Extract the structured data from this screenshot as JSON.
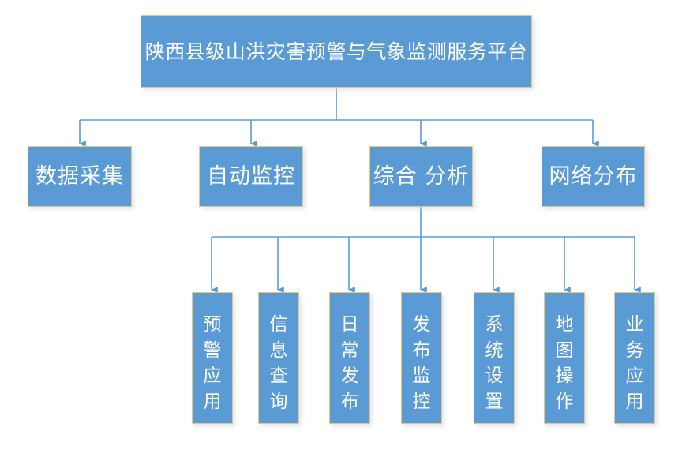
{
  "diagram": {
    "type": "org-chart",
    "title": "陕西县级山洪灾害预警与气象监测服务平台",
    "background_color": "#ffffff",
    "node_fill_color": "#5b9bd5",
    "node_border_color": "#e8c87c",
    "node_text_color": "#ffffff",
    "connector_color": "#5b9bd5",
    "root": {
      "label": "陕西县级山洪灾害预警与气象监测服务平台"
    },
    "level2": [
      {
        "label": "数据采集"
      },
      {
        "label": "自动监控"
      },
      {
        "label": "综合 分析"
      },
      {
        "label": "网络分布"
      }
    ],
    "level3_parent": "综合 分析",
    "level3": [
      {
        "label": "预警应用"
      },
      {
        "label": "信息查询"
      },
      {
        "label": "日常发布"
      },
      {
        "label": "发布监控"
      },
      {
        "label": "系统设置"
      },
      {
        "label": "地图操作"
      },
      {
        "label": "业务应用"
      }
    ]
  }
}
